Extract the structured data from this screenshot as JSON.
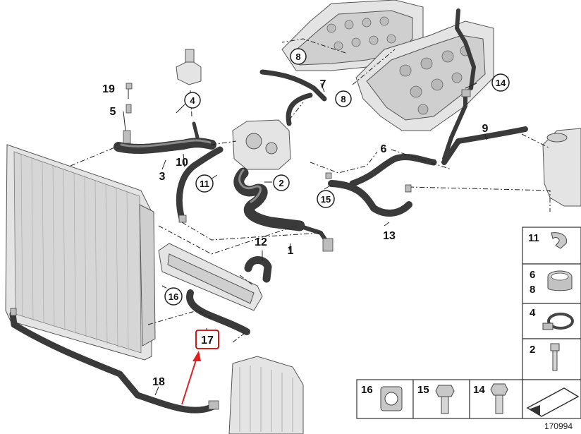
{
  "callouts": {
    "c2": "2",
    "c4": "4",
    "c8a": "8",
    "c8b": "8",
    "c11": "11",
    "c14": "14",
    "c15": "15",
    "c16": "16",
    "l1": "1",
    "l3": "3",
    "l5": "5",
    "l6": "6",
    "l7": "7",
    "l9": "9",
    "l10": "10",
    "l12": "12",
    "l13": "13",
    "l17": "17",
    "l18": "18",
    "l19": "19"
  },
  "legend_side": [
    {
      "label": "11"
    },
    {
      "label": "6",
      "label2": "8"
    },
    {
      "label": "4"
    },
    {
      "label": "2"
    }
  ],
  "legend_bottom": [
    {
      "label": "16"
    },
    {
      "label": "15"
    },
    {
      "label": "14"
    }
  ],
  "reference_number": "170994",
  "colors": {
    "highlight": "#cc0000",
    "arrow": "#e02020"
  }
}
